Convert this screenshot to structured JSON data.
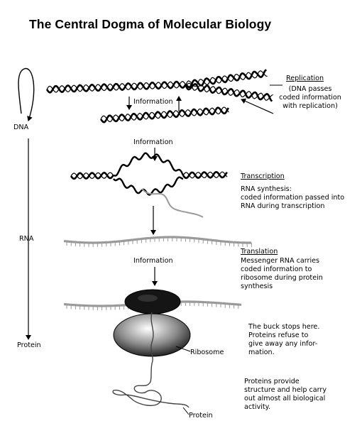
{
  "title": "The Central Dogma of Molecular Biology",
  "left_axis": {
    "dna": "DNA",
    "rna": "RNA",
    "protein": "Protein"
  },
  "information_label": "Information",
  "replication": {
    "heading": "Replication",
    "lines": [
      "(DNA passes",
      "coded information",
      "with replication)"
    ]
  },
  "transcription": {
    "heading": "Transcription",
    "lines": [
      "RNA synthesis:",
      "coded information passed into",
      "RNA during transcription"
    ]
  },
  "translation": {
    "heading": "Translation",
    "lines": [
      "Messenger RNA carries",
      "coded information to",
      "ribosome during protein",
      "synthesis"
    ]
  },
  "buck_stops": {
    "lines": [
      "The buck stops here.",
      "Proteins refuse to",
      "give away any infor-",
      "mation."
    ]
  },
  "protein_function": {
    "lines": [
      "Proteins provide",
      "structure and help carry",
      "out almost all biological",
      "activity."
    ]
  },
  "ribosome_label": "Ribosome",
  "protein_label": "Protein",
  "colors": {
    "ink": "#000000",
    "rna": "#9a9a9a"
  }
}
